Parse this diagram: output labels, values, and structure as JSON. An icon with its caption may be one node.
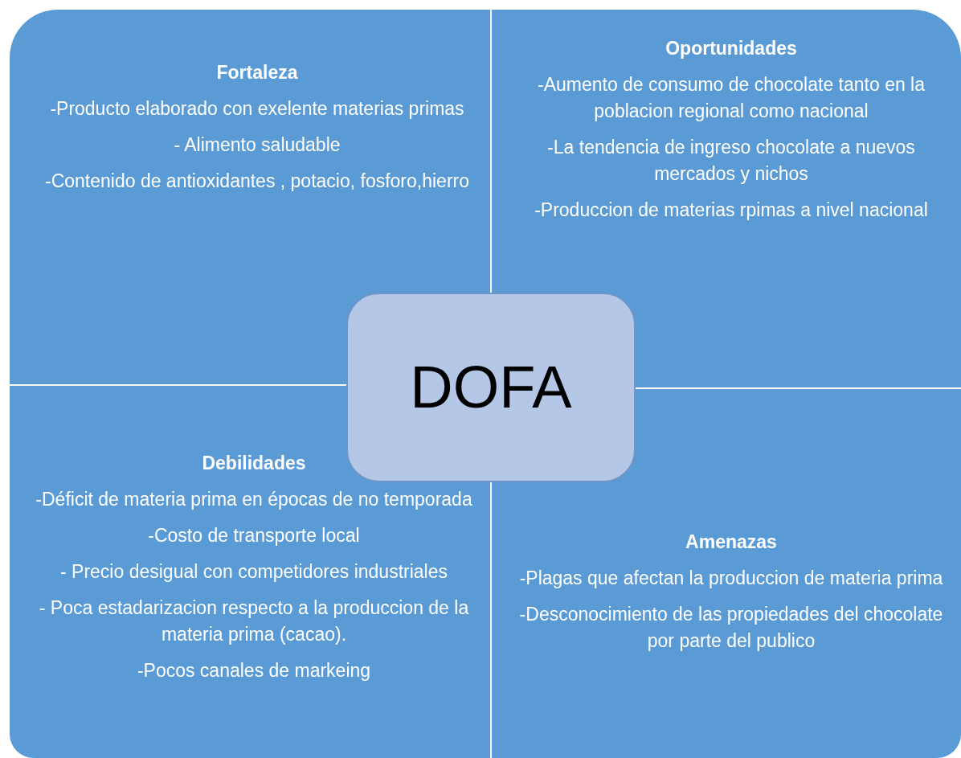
{
  "diagram": {
    "nodes": [
      {
        "text": [
          "Fortaleza",
          "-Producto elaborado con exelente materias primas",
          "- Alimento saludable",
          "-Contenido de antioxidantes , potacio, fosforo,hierro"
        ]
      },
      {
        "text": [
          "Oportunidades",
          "-Aumento de consumo de chocolate tanto en la poblacion regional como nacional",
          "-La tendencia de ingreso chocolate a nuevos mercados y nichos",
          "-Produccion de materias rpimas a nivel nacional"
        ]
      },
      {
        "text": [
          "DOFA"
        ]
      },
      {
        "text": [
          "Debilidades",
          "-Déficit de materia prima en épocas de no temporada",
          "-Costo de transporte local",
          "- Precio desigual con competidores industriales",
          "- Poca estadarizacion respecto a la produccion de la materia prima (cacao).",
          "-Pocos canales de markeing"
        ]
      },
      {
        "text": [
          "Amenazas",
          "-Plagas que afectan la produccion de materia prima",
          "-Desconocimiento de las propiedades del chocolate por parte del publico"
        ]
      }
    ]
  }
}
